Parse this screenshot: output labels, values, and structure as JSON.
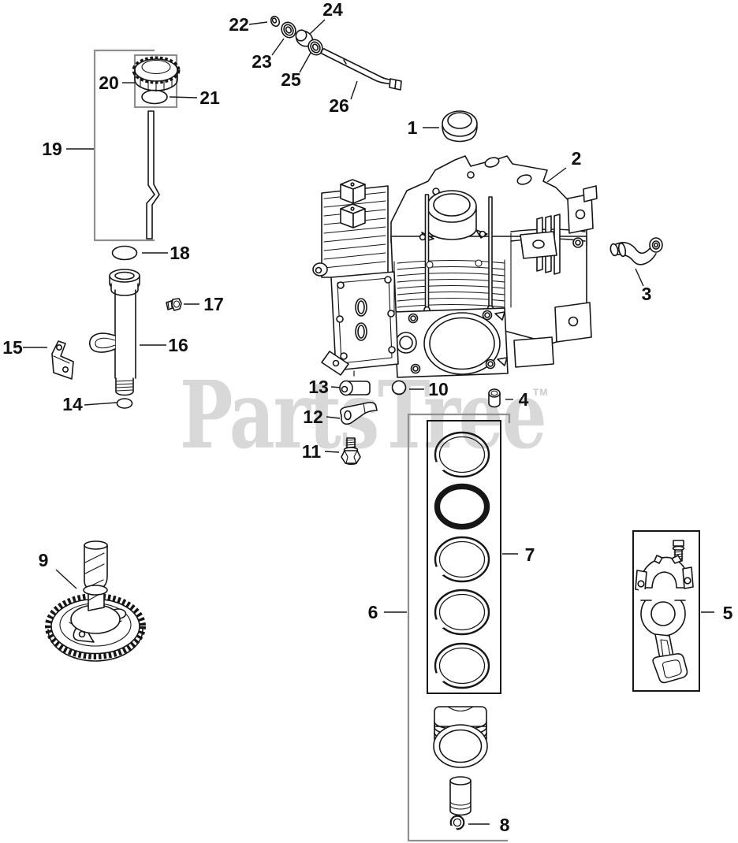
{
  "watermark": {
    "text": "PartsTree",
    "tm": "TM",
    "color": "#d8d8d8"
  },
  "diagram": {
    "line_color": "#161616",
    "group_box_color": "#8f8f8f",
    "callouts": [
      "1",
      "2",
      "3",
      "4",
      "5",
      "6",
      "7",
      "8",
      "9",
      "10",
      "11",
      "12",
      "13",
      "14",
      "15",
      "16",
      "17",
      "18",
      "19",
      "20",
      "21",
      "22",
      "23",
      "24",
      "25",
      "26"
    ]
  }
}
